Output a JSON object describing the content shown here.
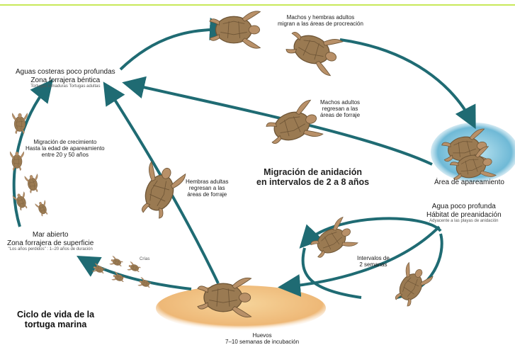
{
  "diagram": {
    "title_line1": "Ciclo de vida de la",
    "title_line2": "tortuga marina",
    "center_line1": "Migración de anidación",
    "center_line2": "en intervalos de 2 a 8 años",
    "colors": {
      "arrow": "#1f6b73",
      "shell": "#9a7a52",
      "shell_dark": "#6e5536",
      "skin": "#b89068",
      "sand": "#f0c488",
      "water": "#7fc3dc",
      "topline": "#c8e85a"
    },
    "labels": {
      "machos_hembras": [
        "Machos y hembras adultos",
        "migran a las áreas de procreación"
      ],
      "aguas_costeras": [
        "Aguas costeras poco profundas",
        "Zona forrajera béntica"
      ],
      "aguas_costeras_sub": "Tortugas inmaduras Tortugas adultas",
      "machos_adultos": [
        "Machos adultos",
        "regresan a las",
        "áreas de forraje"
      ],
      "migracion_crecimiento": [
        "Migración de crecimiento",
        "Hasta la edad de apareamiento",
        "entre 20 y 50 años"
      ],
      "hembras_adultas": [
        "Hembras adultas",
        "regresan a las",
        "áreas de forraje"
      ],
      "area_apareamiento": "Área de apareamiento",
      "agua_poco_profunda": [
        "Agua poco profunda",
        "Hábitat de preanidación"
      ],
      "agua_sub": "Adyacente a las playas de anidación",
      "mar_abierto": [
        "Mar abierto",
        "Zona forrajera de superficie"
      ],
      "mar_abierto_sub": "\"Los años perdidos\" : 1–20 años de duración",
      "crias": "Crías",
      "intervalos": [
        "Intervalos de",
        "2 semanas"
      ],
      "huevos": [
        "Huevos",
        "7–10 semanas de incubación"
      ]
    }
  }
}
